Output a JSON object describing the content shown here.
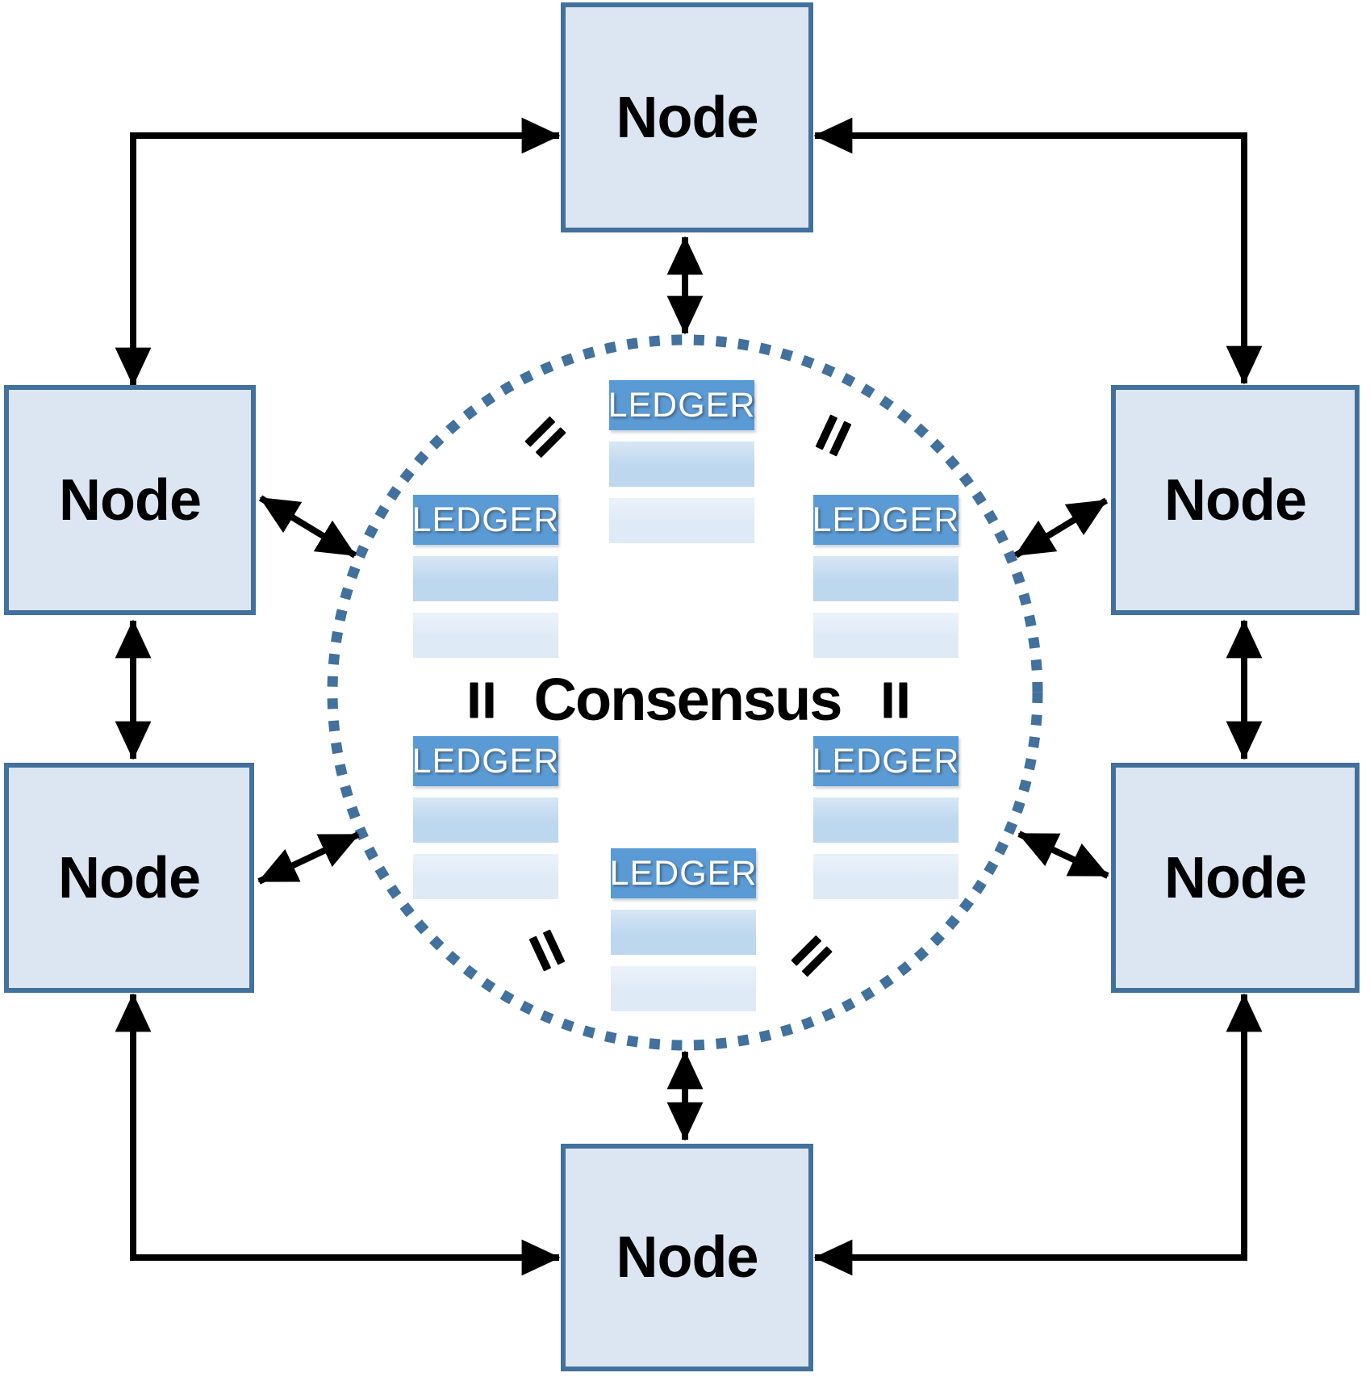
{
  "colors": {
    "background": "#ffffff",
    "node-fill": "#dce6f2",
    "node-border": "#41719c",
    "ledger-header": "#5b9bd5",
    "ledger-row-a": "#bdd7ee",
    "ledger-row-b": "#deeaf6",
    "ledger-text": "#ffffff",
    "ring-dot": "#41719c",
    "wire": "#000000",
    "label-text": "#000000"
  },
  "consensus": {
    "label": "Consensus"
  },
  "nodes": [
    {
      "id": "top",
      "label": "Node"
    },
    {
      "id": "left-upper",
      "label": "Node"
    },
    {
      "id": "left-lower",
      "label": "Node"
    },
    {
      "id": "right-upper",
      "label": "Node"
    },
    {
      "id": "right-lower",
      "label": "Node"
    },
    {
      "id": "bottom",
      "label": "Node"
    }
  ],
  "ledgers": [
    {
      "id": "top-center",
      "title": "LEDGER"
    },
    {
      "id": "mid-left",
      "title": "LEDGER"
    },
    {
      "id": "mid-right",
      "title": "LEDGER"
    },
    {
      "id": "lower-left",
      "title": "LEDGER"
    },
    {
      "id": "lower-right",
      "title": "LEDGER"
    },
    {
      "id": "bottom-center",
      "title": "LEDGER"
    }
  ]
}
